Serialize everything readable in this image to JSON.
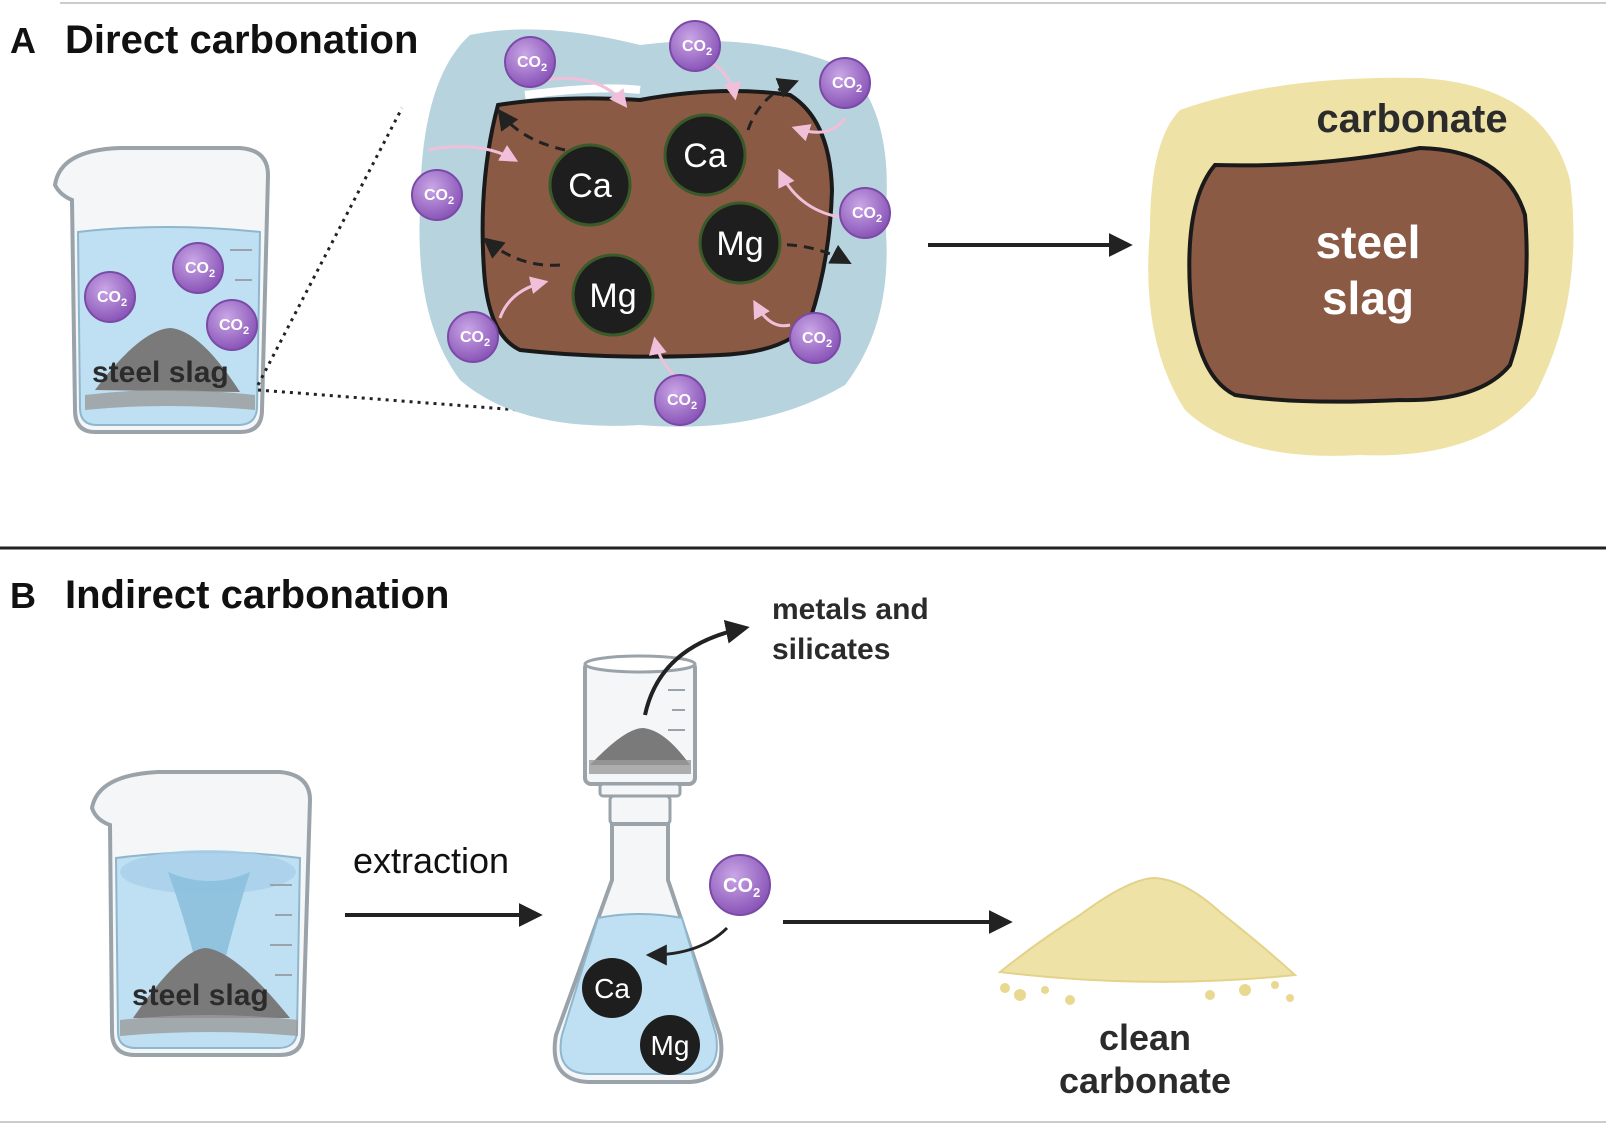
{
  "panel_a": {
    "letter": "A",
    "title": "Direct carbonation",
    "beaker_label": "steel slag",
    "ions": [
      "Ca",
      "Ca",
      "Mg",
      "Mg"
    ],
    "co2_label": "CO",
    "co2_sub": "2",
    "product_outer": "carbonate",
    "product_inner_line1": "steel",
    "product_inner_line2": "slag"
  },
  "panel_b": {
    "letter": "B",
    "title": "Indirect carbonation",
    "beaker_label": "steel slag",
    "step_label": "extraction",
    "filter_output_line1": "metals and",
    "filter_output_line2": "silicates",
    "ions": [
      "Ca",
      "Mg"
    ],
    "co2_label": "CO",
    "co2_sub": "2",
    "product_line1": "clean",
    "product_line2": "carbonate"
  },
  "colors": {
    "water": "#bfe0f2",
    "slag": "#8a5a45",
    "halo": "#b7d3dd",
    "carbonate": "#efe2a6",
    "co2": "#9b6bc4",
    "ion": "#1e1e1e",
    "pink_arrow": "#f0bfd9"
  }
}
